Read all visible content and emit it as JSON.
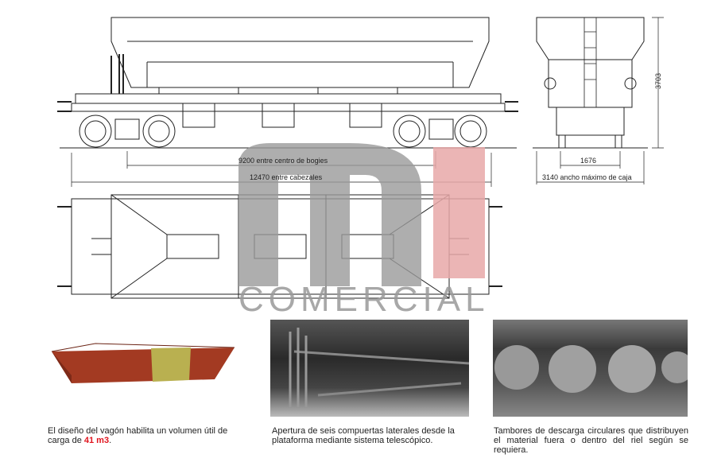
{
  "dimensions": {
    "bogie_centers": "9200 entre centro de bogies",
    "headstocks": "12470 entre cabezales",
    "track_gauge": "1676",
    "max_width": "3140 ancho máximo de caja",
    "height": "3703"
  },
  "watermark": {
    "logo": "mJ",
    "brand": "COMERCIAL"
  },
  "captions": [
    {
      "text": "El diseño del vagón habilita un volumen útil de carga de ",
      "highlight": "41 m3",
      "suffix": "."
    },
    {
      "text": "Apertura de seis compuertas laterales desde la plataforma mediante sistema telescópico."
    },
    {
      "text": "Tambores de descarga circulares que distribuyen el material fuera o dentro del riel según se requiera."
    }
  ],
  "colors": {
    "highlight": "#e0141e",
    "watermark_gray": "#9a9a9a",
    "watermark_pink": "#e8a8a8"
  }
}
